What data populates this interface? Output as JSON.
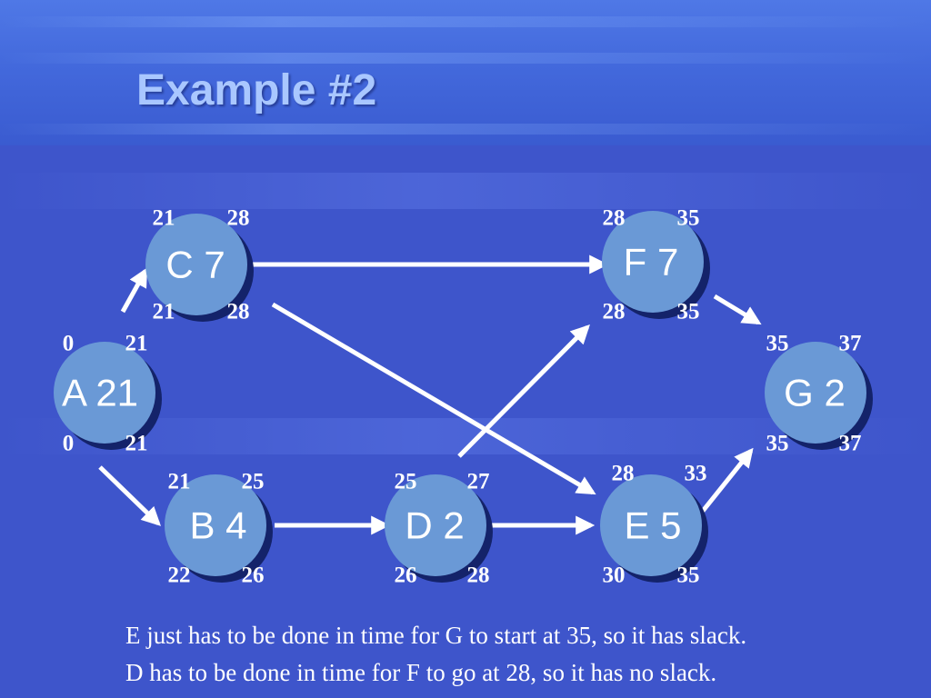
{
  "slide": {
    "title": "Example #2",
    "captions": [
      "E just has to be done in time for G to start at 35, so it has slack.",
      "D has to be done in time for F to go at 28, so it has no slack."
    ],
    "colors": {
      "background": "#3e55cb",
      "node_fill": "#6a99d6",
      "node_shadow": "#14236a",
      "title": "#a9c7ff",
      "arrow": "#ffffff"
    }
  },
  "nodes": [
    {
      "id": "A",
      "label": "A 21",
      "es": "0",
      "ef": "21",
      "ls": "0",
      "lf": "21"
    },
    {
      "id": "B",
      "label": "B 4",
      "es": "21",
      "ef": "25",
      "ls": "22",
      "lf": "26"
    },
    {
      "id": "C",
      "label": "C 7",
      "es": "21",
      "ef": "28",
      "ls": "21",
      "lf": "28"
    },
    {
      "id": "D",
      "label": "D 2",
      "es": "25",
      "ef": "27",
      "ls": "26",
      "lf": "28"
    },
    {
      "id": "E",
      "label": "E 5",
      "es": "28",
      "ef": "33",
      "ls": "30",
      "lf": "35"
    },
    {
      "id": "F",
      "label": "F 7",
      "es": "28",
      "ef": "35",
      "ls": "28",
      "lf": "35"
    },
    {
      "id": "G",
      "label": "G 2",
      "es": "35",
      "ef": "37",
      "ls": "35",
      "lf": "37"
    }
  ],
  "edges": [
    {
      "from": "A",
      "to": "C"
    },
    {
      "from": "A",
      "to": "B"
    },
    {
      "from": "C",
      "to": "F"
    },
    {
      "from": "C",
      "to": "E"
    },
    {
      "from": "B",
      "to": "D"
    },
    {
      "from": "D",
      "to": "F"
    },
    {
      "from": "D",
      "to": "E"
    },
    {
      "from": "F",
      "to": "G"
    },
    {
      "from": "E",
      "to": "G"
    }
  ]
}
